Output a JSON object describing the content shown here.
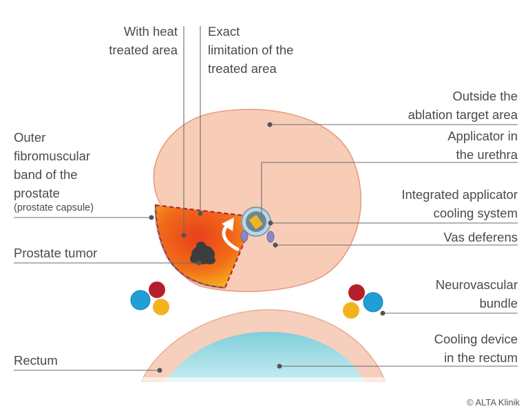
{
  "labels": {
    "heat_treated": [
      "With heat",
      "treated area"
    ],
    "exact_limitation": [
      "Exact",
      "limitation of the",
      "treated area"
    ],
    "outside_target": [
      "Outside the",
      "ablation target area"
    ],
    "applicator_urethra": [
      "Applicator in",
      "the urethra"
    ],
    "cooling_system": [
      "Integrated applicator",
      "cooling system"
    ],
    "vas_deferens": "Vas deferens",
    "neurovascular": [
      "Neurovascular",
      "bundle"
    ],
    "cooling_device": [
      "Cooling device",
      "in the rectum"
    ],
    "outer_band": [
      "Outer",
      "fibromuscular",
      "band of the",
      "prostate"
    ],
    "prostate_capsule": "(prostate capsule)",
    "prostate_tumor": "Prostate tumor",
    "rectum": "Rectum"
  },
  "copyright": "© ALTA Klinik",
  "colors": {
    "prostate": "#f8cdb8",
    "prostate_edge": "#e89a80",
    "heat_center": "#e8401a",
    "heat_edge": "#f7c21f",
    "boundary": "#b0243a",
    "tumor": "#3d3d3d",
    "rectum": "#f6cfbd",
    "cooling_device": "#8fd4df",
    "nerve_red": "#b51e2a",
    "nerve_blue": "#1f9fd6",
    "nerve_yellow": "#f2b41e",
    "vas_deferens": "#8f86c6",
    "leader": "#6a6a6a"
  },
  "icons": {
    "applicator": "applicator-icon",
    "arrow": "curved-arrow-icon"
  }
}
